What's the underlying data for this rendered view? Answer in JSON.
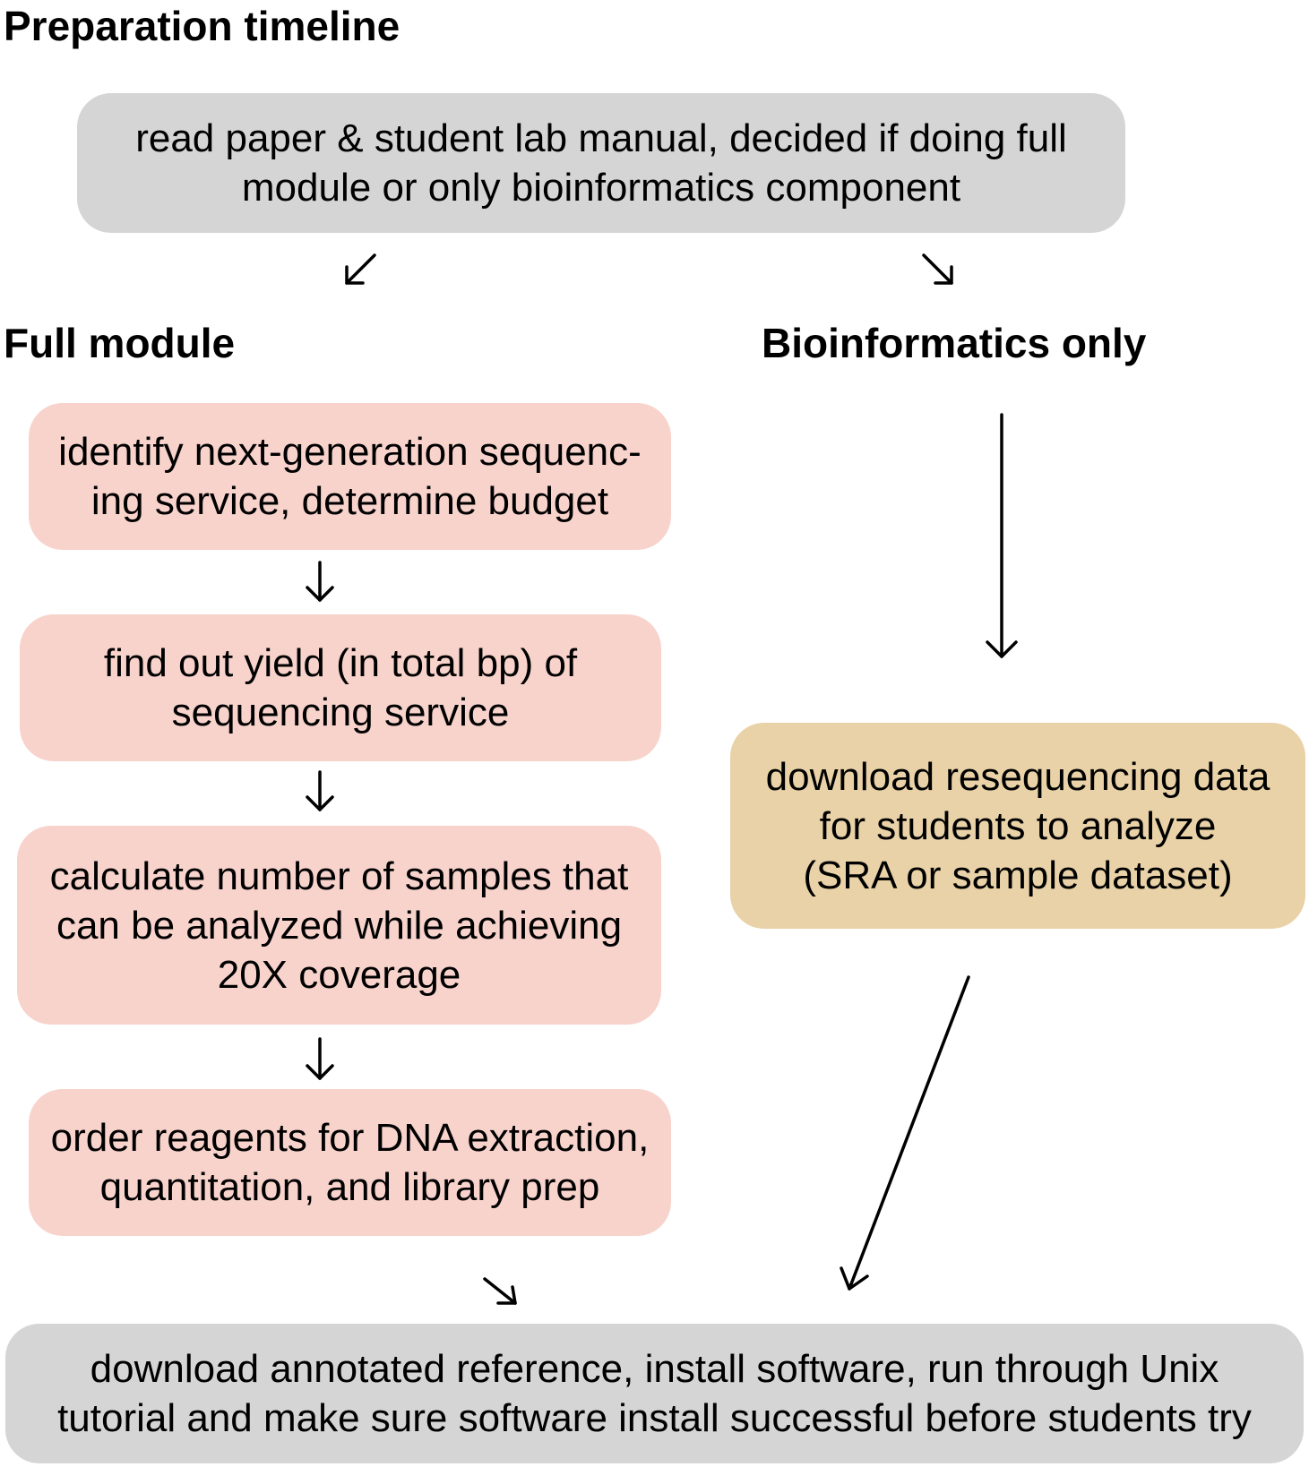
{
  "title": "Preparation timeline",
  "top_step": {
    "lines": [
      "read paper & student lab manual, decided if doing full",
      "module or only bioinformatics component"
    ]
  },
  "branches": {
    "full_module": {
      "heading": "Full module",
      "steps": [
        {
          "lines": [
            "identify next-generation sequenc-",
            "ing service, determine budget"
          ]
        },
        {
          "lines": [
            "find out yield (in total bp) of",
            "sequencing service"
          ]
        },
        {
          "lines": [
            "calculate number of samples that",
            "can be analyzed while achieving",
            "20X coverage"
          ]
        },
        {
          "lines": [
            "order reagents for DNA extraction,",
            "quantitation, and library prep"
          ]
        }
      ]
    },
    "bioinformatics_only": {
      "heading": "Bioinformatics only",
      "steps": [
        {
          "lines": [
            "download resequencing data",
            "for students to analyze",
            "(SRA or sample dataset)"
          ]
        }
      ]
    }
  },
  "final_step": {
    "lines": [
      "download annotated reference, install software, run through Unix",
      "tutorial and make sure software install successful before students try"
    ]
  },
  "colors": {
    "shared_step": "#d5d5d5",
    "full_module_step": "#f8d3cc",
    "bioinformatics_step": "#e9d2a7",
    "arrow": "#000000"
  }
}
